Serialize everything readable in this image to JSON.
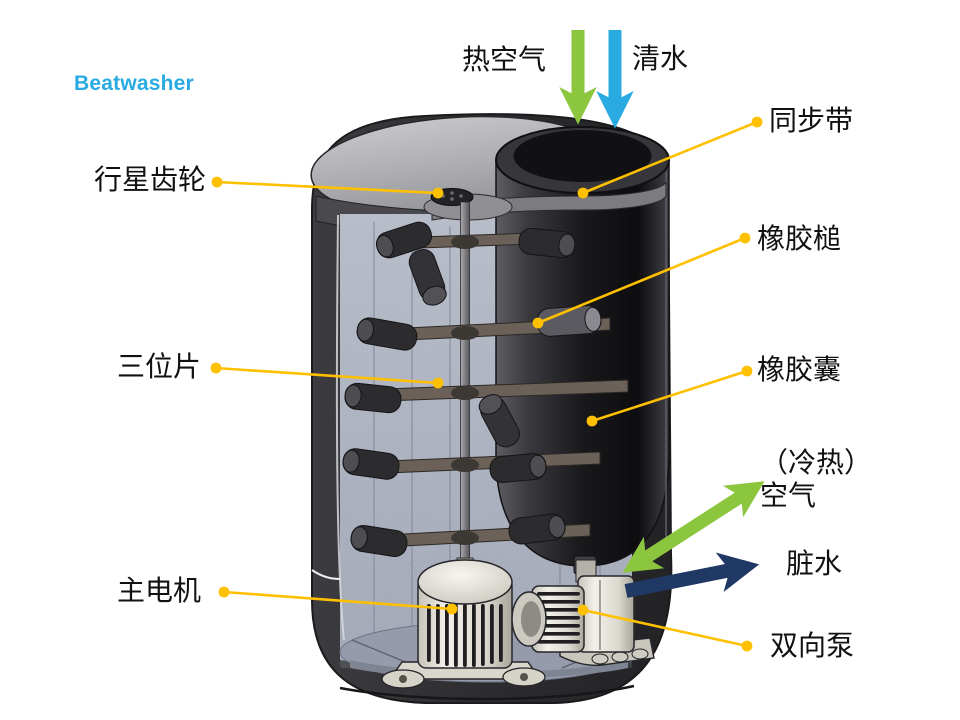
{
  "brand": {
    "name": "Beatwasher",
    "color": "#29ABE2"
  },
  "labels": {
    "hot_air": "热空气",
    "clean_water": "清水",
    "timing_belt": "同步带",
    "planetary_gear": "行星齿轮",
    "rubber_mallet": "橡胶槌",
    "three_position_piece": "三位片",
    "rubber_bladder": "橡胶囊",
    "cold_hot_air_line1": "（冷热）",
    "cold_hot_air_line2": "空气",
    "dirty_water": "脏水",
    "main_motor": "主电机",
    "bidirectional_pump": "双向泵"
  },
  "colors": {
    "brand": "#29ABE2",
    "leader_line": "#FFC000",
    "hot_air_arrow": "#8CC63F",
    "clean_water_arrow": "#29ABE2",
    "air_flow_arrow": "#8CC63F",
    "dirty_water_arrow": "#1F3864",
    "label_text": "#111111"
  }
}
